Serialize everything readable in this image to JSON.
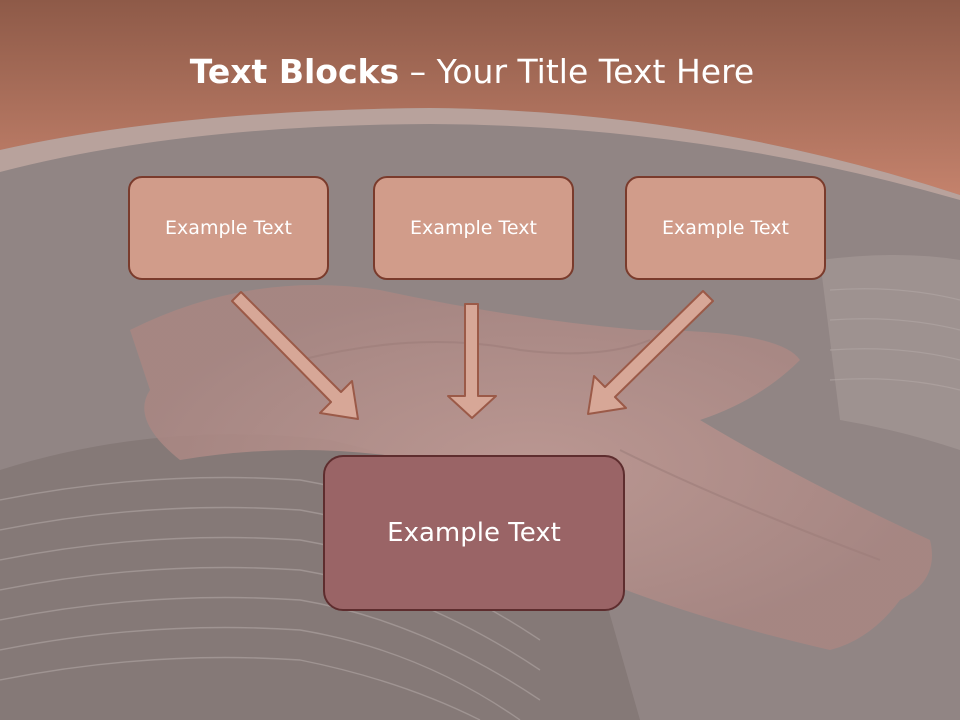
{
  "slide": {
    "title_bold": "Text Blocks",
    "title_rest": " – Your Title Text Here"
  },
  "diagram": {
    "boxes": [
      {
        "label": "Example Text"
      },
      {
        "label": "Example Text"
      },
      {
        "label": "Example Text"
      }
    ],
    "result": {
      "label": "Example Text"
    }
  },
  "colors": {
    "header": "#b9705b",
    "box_fill": "#d19c8a",
    "box_border": "#7a3b2c",
    "result_fill": "#9a6466",
    "arrow_fill": "#d7a797"
  }
}
